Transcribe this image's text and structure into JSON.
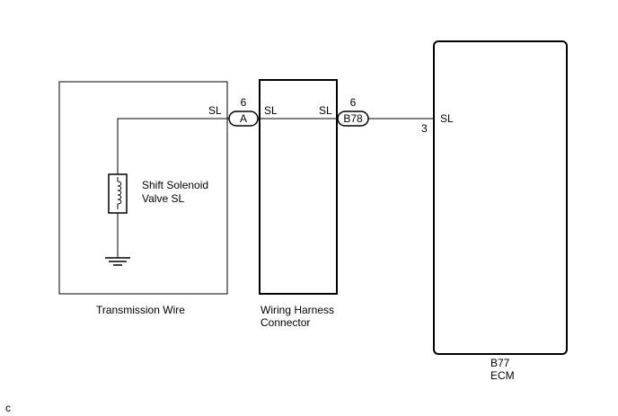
{
  "components": {
    "transmission_wire": {
      "caption": "Transmission Wire",
      "pin_name": "SL",
      "solenoid_label_line1": "Shift Solenoid",
      "solenoid_label_line2": "Valve SL"
    },
    "connector_a": {
      "id": "A",
      "pin_number": "6"
    },
    "wiring_harness": {
      "caption_line1": "Wiring Harness",
      "caption_line2": "Connector",
      "left_pin_name": "SL",
      "right_pin_name": "SL"
    },
    "connector_b78": {
      "id": "B78",
      "pin_number": "6"
    },
    "ecm": {
      "code": "B77",
      "name": "ECM",
      "pin_name": "SL",
      "pin_number": "3"
    }
  },
  "footer_mark": "c",
  "colors": {
    "line": "#000000",
    "background": "#ffffff"
  }
}
